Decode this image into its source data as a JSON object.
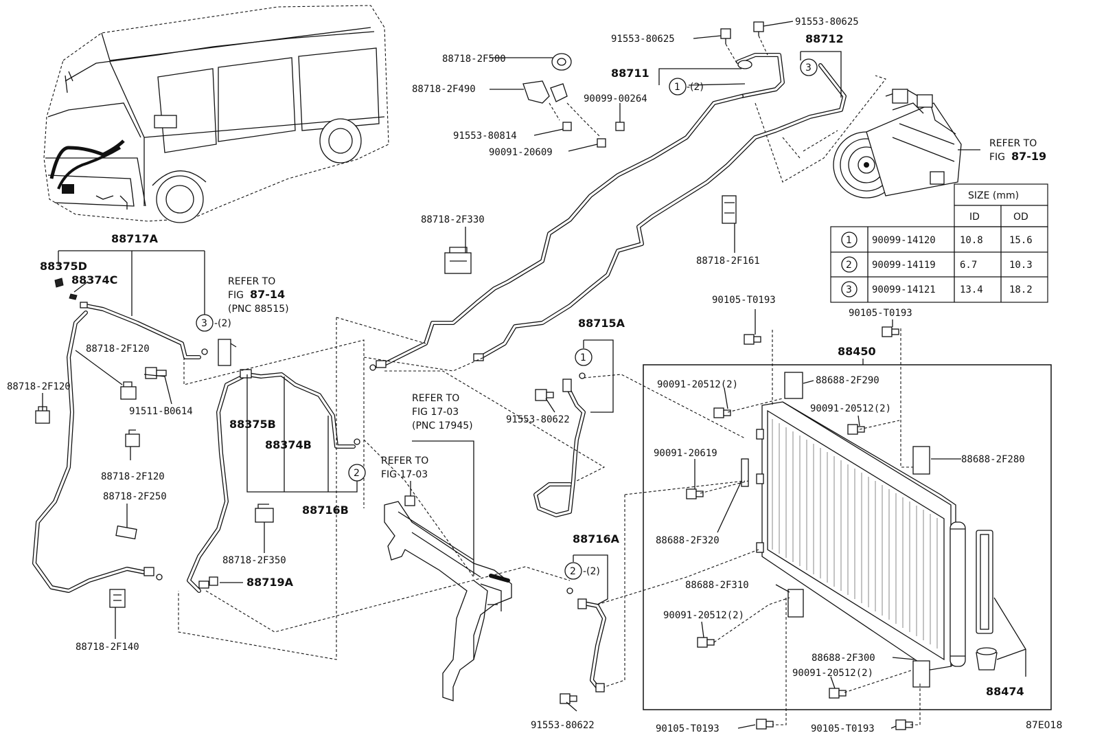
{
  "labels": {
    "p88717A": "88717A",
    "p88375D": "88375D",
    "p88374C": "88374C",
    "p88718_2F120_a": "88718-2F120",
    "p88718_2F120_b": "88718-2F120",
    "p88718_2F120_c": "88718-2F120",
    "p91511_B0614": "91511-B0614",
    "p88718_2F250": "88718-2F250",
    "p88718_2F140": "88718-2F140",
    "p88375B": "88375B",
    "p88374B": "88374B",
    "p88716B": "88716B",
    "p88718_2F350": "88718-2F350",
    "p88719A": "88719A",
    "p88718_2F500": "88718-2F500",
    "p88718_2F490": "88718-2F490",
    "p91553_80814": "91553-80814",
    "p90091_20609": "90091-20609",
    "p91553_80625_a": "91553-80625",
    "p91553_80625_b": "91553-80625",
    "p88712": "88712",
    "p88711": "88711",
    "p90099_00264": "90099-00264",
    "p88718_2F330": "88718-2F330",
    "p88718_2F161": "88718-2F161",
    "p90105_T0193_a": "90105-T0193",
    "p90105_T0193_b": "90105-T0193",
    "p90105_T0193_c": "90105-T0193",
    "p90105_T0193_d": "90105-T0193",
    "p88715A": "88715A",
    "p91553_80622_a": "91553-80622",
    "p91553_80622_b": "91553-80622",
    "p88716A": "88716A",
    "p88450": "88450",
    "p90091_20512_a": "90091-20512(2)",
    "p90091_20512_b": "90091-20512(2)",
    "p90091_20512_c": "90091-20512(2)",
    "p90091_20512_d": "90091-20512(2)",
    "p88688_2F290": "88688-2F290",
    "p88688_2F280": "88688-2F280",
    "p90091_20619": "90091-20619",
    "p88688_2F320": "88688-2F320",
    "p88688_2F310": "88688-2F310",
    "p88688_2F300": "88688-2F300",
    "p88474": "88474",
    "figcode": "87E018"
  },
  "callouts": {
    "c1_88711": "1",
    "c1_88711_qty": "-(2)",
    "c3_88712": "3",
    "c3_88717": "3",
    "c3_88717_qty": "-(2)",
    "c2_88716B": "2",
    "c1_88715": "1",
    "c2_88716A": "2",
    "c2_88716A_qty": "-(2)"
  },
  "refs": {
    "r1_line1": "REFER TO",
    "r1_fig": "FIG",
    "r1_num": "87-14",
    "r1_pnc": "(PNC 88515)",
    "r2_line1": "REFER TO",
    "r2_fig": "FIG",
    "r2_num": "87-19",
    "r3_line1": "REFER TO",
    "r3_line2": "FIG 17-03",
    "r3_pnc": "(PNC 17945)",
    "r4_line1": "REFER TO",
    "r4_line2": "FIG 17-03"
  },
  "size_table": {
    "title": "SIZE (mm)",
    "col_id": "ID",
    "col_od": "OD",
    "rows": [
      {
        "mark": "1",
        "part": "90099-14120",
        "id": "10.8",
        "od": "15.6"
      },
      {
        "mark": "2",
        "part": "90099-14119",
        "id": "6.7",
        "od": "10.3"
      },
      {
        "mark": "3",
        "part": "90099-14121",
        "id": "13.4",
        "od": "18.2"
      }
    ]
  }
}
